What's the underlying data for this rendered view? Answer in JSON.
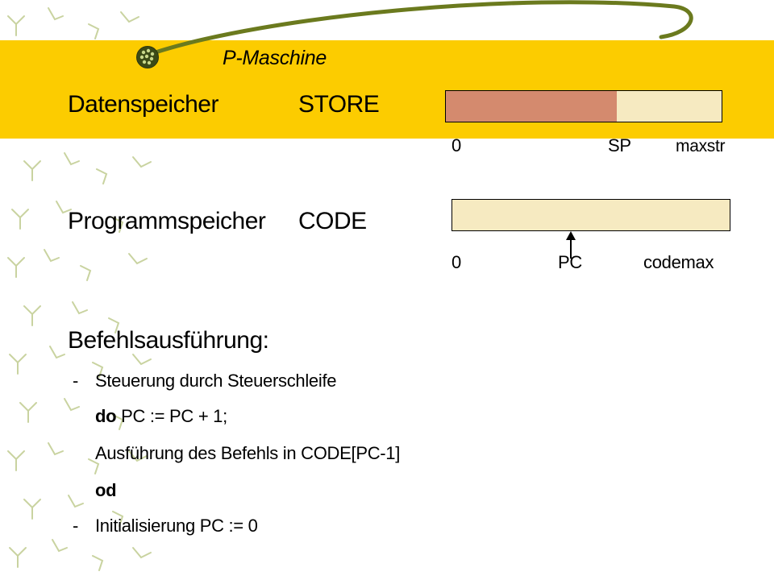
{
  "title": "P-Maschine",
  "rows": {
    "data_memory": {
      "label": "Datenspeicher",
      "name": "STORE"
    },
    "program_memory": {
      "label": "Programmspeicher",
      "name": "CODE"
    }
  },
  "store_bar": {
    "fill_fraction": 0.62,
    "fill_color": "#d48a6e",
    "rest_color": "#f6eac1",
    "ticks": {
      "start": "0",
      "pointer": "SP",
      "end": "maxstr"
    }
  },
  "code_bar": {
    "fill_color": "#f6eac1",
    "ticks": {
      "start": "0",
      "pointer": "PC",
      "end": "codemax"
    }
  },
  "execution": {
    "heading": "Befehlsausführung:",
    "bullet1": {
      "dash": "-",
      "text": "Steuerung durch Steuerschleife"
    },
    "loop_do": {
      "keyword": "do",
      "text": " PC := PC + 1;"
    },
    "loop_body": "Ausführung des Befehls in CODE[PC-1]",
    "loop_od": "od",
    "bullet2": {
      "dash": "-",
      "text": "Initialisierung PC := 0"
    }
  },
  "colors": {
    "banner": "#fccc00",
    "swoosh": "#6b7a1e",
    "pattern": "#c9d3a0"
  }
}
